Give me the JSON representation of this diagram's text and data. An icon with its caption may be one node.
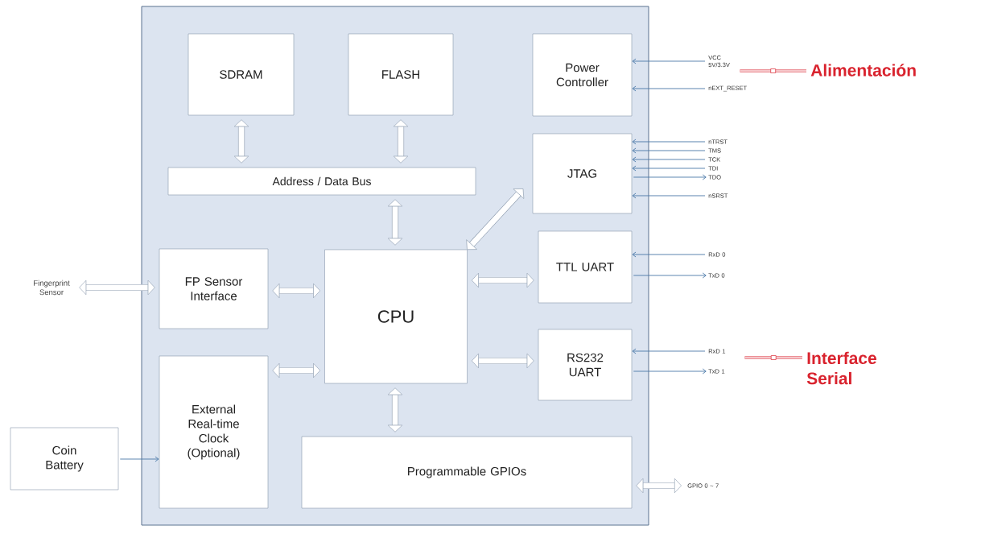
{
  "diagram": {
    "nodes": [
      {
        "text": [],
        "shape": "box"
      },
      {
        "text": [
          "SDRAM"
        ],
        "in": 0
      },
      {
        "text": [
          "FLASH"
        ],
        "in": 0
      },
      {
        "text": [
          "Power Controller"
        ],
        "in": 0
      },
      {
        "text": [
          "JTAG"
        ],
        "in": 0
      },
      {
        "text": [
          "Address / Data Bus"
        ],
        "in": 0
      },
      {
        "text": [
          "FP Sensor Interface"
        ],
        "in": 0
      },
      {
        "text": [
          "CPU"
        ],
        "in": 0
      },
      {
        "text": [
          "TTL UART"
        ],
        "in": 0
      },
      {
        "text": [
          "RS232 UART"
        ],
        "in": 0
      },
      {
        "text": [
          "External Real-time Clock (Optional)"
        ],
        "in": 0
      },
      {
        "text": [
          "Programmable GPIOs"
        ],
        "in": 0
      },
      {
        "text": [
          "Fingerprint Sensor"
        ]
      },
      {
        "text": [
          "Coin Battery"
        ]
      },
      {
        "text": [
          "VCC 5V/3.3V"
        ]
      },
      {
        "text": [
          "nEXT_RESET"
        ]
      },
      {
        "text": [
          "Alimentación"
        ]
      },
      {
        "text": [
          "nTRST"
        ]
      },
      {
        "text": [
          "TMS"
        ]
      },
      {
        "text": [
          "TCK"
        ]
      },
      {
        "text": [
          "TDI"
        ]
      },
      {
        "text": [
          "TDO"
        ]
      },
      {
        "text": [
          "nSRST"
        ]
      },
      {
        "text": [
          "RxD 0"
        ]
      },
      {
        "text": [
          "TxD 0"
        ]
      },
      {
        "text": [
          "RxD 1"
        ]
      },
      {
        "text": [
          "TxD 1"
        ]
      },
      {
        "text": [
          "Interface Serial"
        ]
      },
      {
        "text": [
          "GPIO 0 ~ 7"
        ]
      }
    ],
    "edges": [
      {
        "from": 1,
        "to": 5,
        "arrow": "both",
        "style": "thick"
      },
      {
        "from": 2,
        "to": 5,
        "arrow": "both",
        "style": "thick"
      },
      {
        "from": 5,
        "to": 7,
        "arrow": "both",
        "style": "thick"
      },
      {
        "from": 4,
        "to": 7,
        "arrow": "both",
        "style": "thick"
      },
      {
        "from": 12,
        "to": 6,
        "arrow": "both",
        "style": "thick"
      },
      {
        "from": 6,
        "to": 7,
        "arrow": "both",
        "style": "thick"
      },
      {
        "from": 10,
        "to": 7,
        "arrow": "both",
        "style": "thick"
      },
      {
        "from": 7,
        "to": 8,
        "arrow": "both",
        "style": "thick"
      },
      {
        "from": 7,
        "to": 9,
        "arrow": "both",
        "style": "thick"
      },
      {
        "from": 7,
        "to": 11,
        "arrow": "both",
        "style": "thick"
      },
      {
        "from": 11,
        "to": 28,
        "arrow": "both",
        "style": "thick"
      },
      {
        "from": 13,
        "to": 10,
        "arrow": "to"
      },
      {
        "from": 14,
        "to": 3,
        "arrow": "to"
      },
      {
        "from": 15,
        "to": 3,
        "arrow": "to"
      },
      {
        "from": 17,
        "to": 4,
        "arrow": "to"
      },
      {
        "from": 18,
        "to": 4,
        "arrow": "to"
      },
      {
        "from": 19,
        "to": 4,
        "arrow": "to"
      },
      {
        "from": 20,
        "to": 4,
        "arrow": "to"
      },
      {
        "from": 4,
        "to": 21,
        "arrow": "to"
      },
      {
        "from": 22,
        "to": 4,
        "arrow": "to"
      },
      {
        "from": 23,
        "to": 8,
        "arrow": "to"
      },
      {
        "from": 8,
        "to": 24,
        "arrow": "to"
      },
      {
        "from": 25,
        "to": 9,
        "arrow": "to"
      },
      {
        "from": 9,
        "to": 26,
        "arrow": "to"
      },
      {
        "from": 16,
        "to": 14,
        "arrow": "none",
        "style": "thick",
        "color": "#d9232e"
      },
      {
        "from": 27,
        "to": 25,
        "arrow": "none",
        "style": "thick",
        "color": "#d9232e"
      }
    ]
  }
}
